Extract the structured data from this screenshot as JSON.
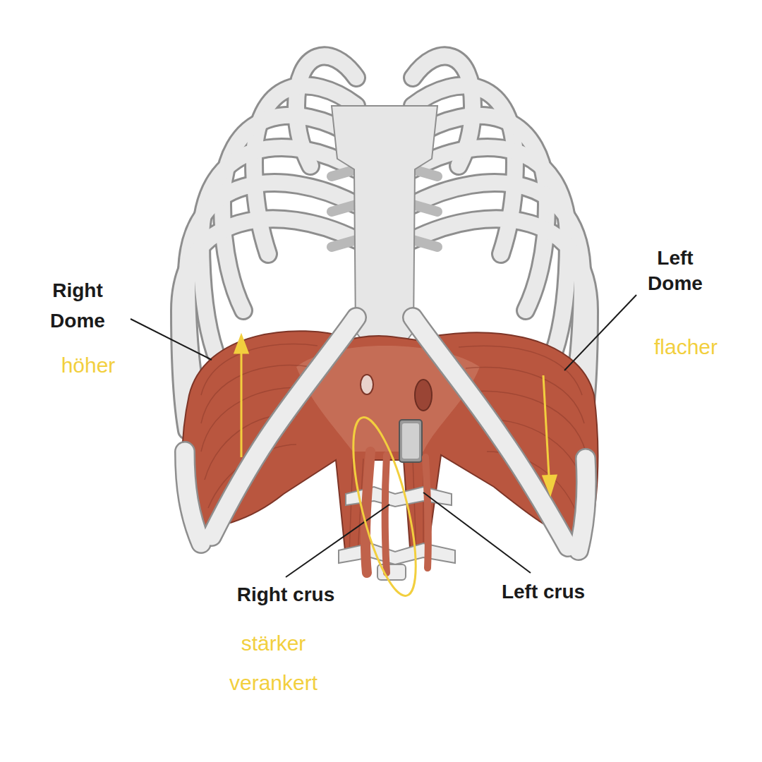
{
  "diagram": {
    "labels": [
      "Right Dome",
      "höher",
      "Left Dome",
      "flacher",
      "Right crus",
      "Left crus",
      "stärker verankert"
    ]
  }
}
